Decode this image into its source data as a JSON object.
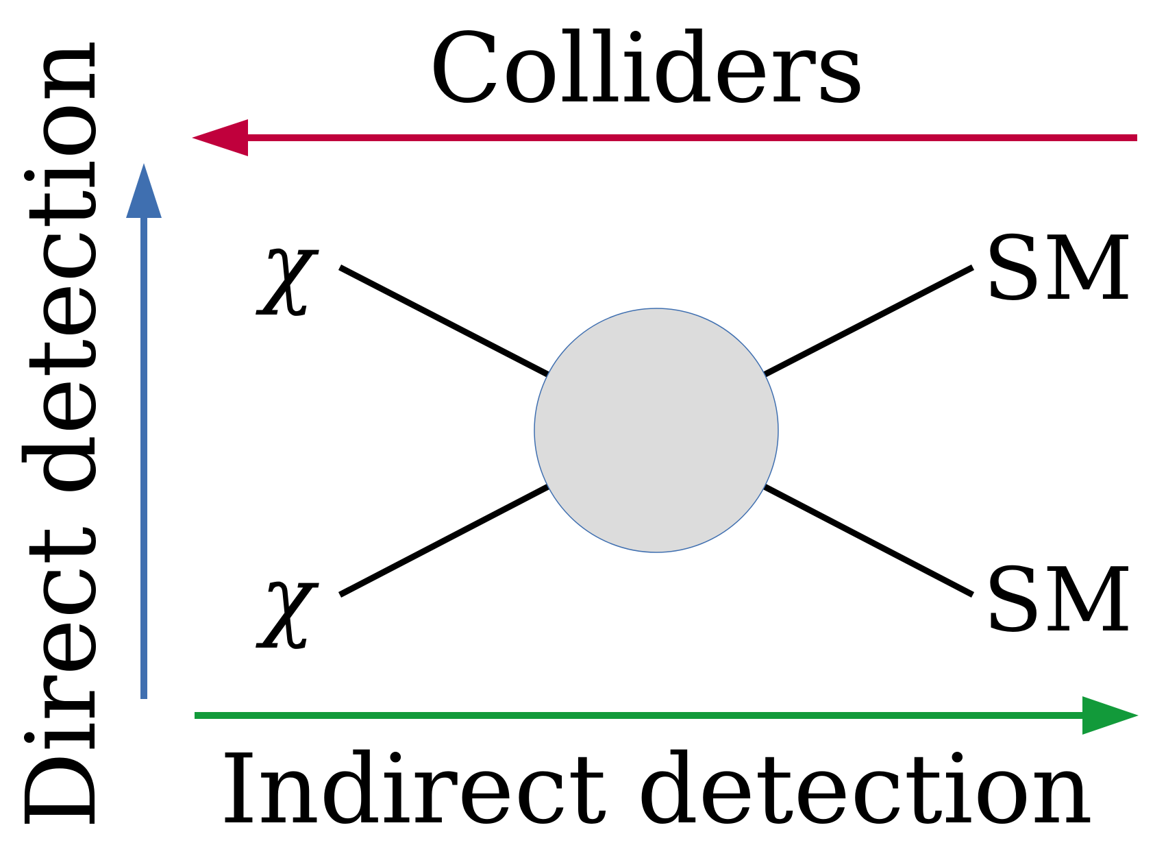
{
  "labels": {
    "top": "Colliders",
    "bottom": "Indirect detection",
    "left": "Direct detection"
  },
  "particles": {
    "in_top": "χ",
    "in_bottom": "χ",
    "out_top": "SM",
    "out_bottom": "SM"
  },
  "colors": {
    "colliders_arrow": "#C0003C",
    "direct_arrow": "#3F6FB0",
    "indirect_arrow": "#129A3A",
    "vertex_fill": "#DCDCDC",
    "vertex_stroke": "#3F6FB0",
    "lines": "#000000"
  }
}
